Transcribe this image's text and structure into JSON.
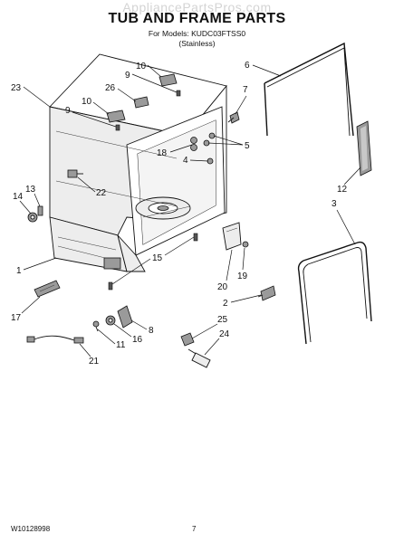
{
  "watermark": "AppliancePartsPros.com",
  "header": {
    "title": "TUB AND FRAME PARTS",
    "models_line": "For Models: KUDC03FTSS0",
    "finish_line": "(Stainless)"
  },
  "footer": {
    "doc_number": "W10128998",
    "page_number": "7"
  },
  "callouts": {
    "c23": "23",
    "c10a": "10",
    "c9a": "9",
    "c26": "26",
    "c10b": "10",
    "c9b": "9",
    "c6": "6",
    "c7": "7",
    "c5": "5",
    "c18": "18",
    "c4": "4",
    "c22": "22",
    "c13": "13",
    "c14": "14",
    "c12": "12",
    "c3": "3",
    "c1": "1",
    "c15": "15",
    "c20": "20",
    "c19": "19",
    "c17": "17",
    "c2": "2",
    "c8": "8",
    "c16": "16",
    "c25": "25",
    "c11": "11",
    "c24": "24",
    "c21": "21"
  }
}
